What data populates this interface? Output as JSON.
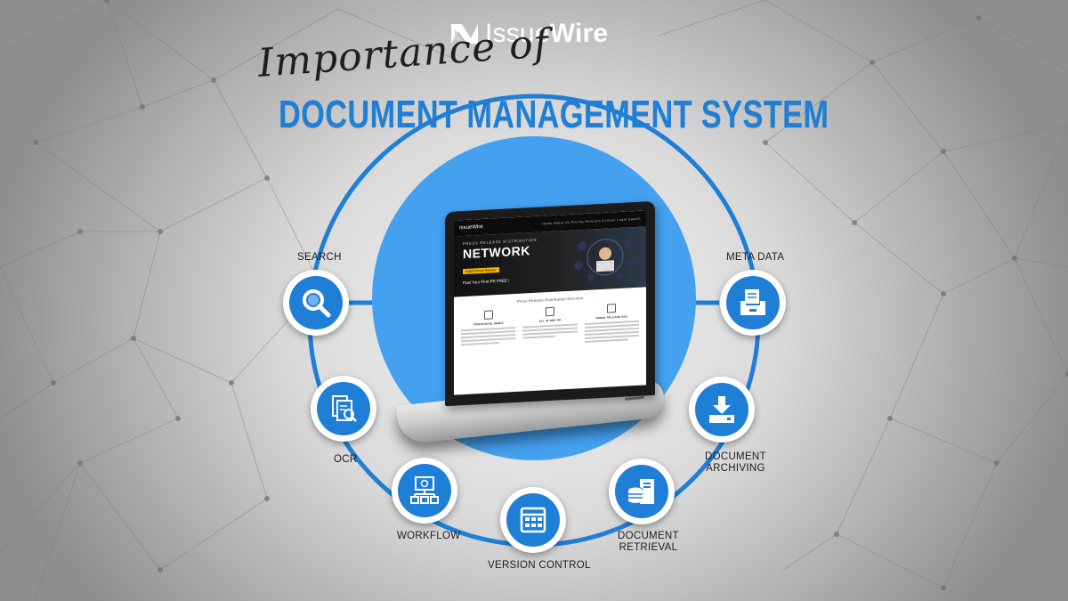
{
  "brand": {
    "logo_text_light": "Issue",
    "logo_text_bold": "Wire"
  },
  "heading": {
    "script": "Importance of",
    "main": "DOCUMENT MANAGEMENT SYSTEM"
  },
  "colors": {
    "accent": "#1f7fd6",
    "circle": "#44a1f0"
  },
  "features": [
    {
      "label": "SEARCH",
      "icon": "magnifier-icon"
    },
    {
      "label": "OCR",
      "icon": "ocr-document-icon"
    },
    {
      "label": "WORKFLOW",
      "icon": "workflow-icon"
    },
    {
      "label": "VERSION CONTROL",
      "icon": "version-grid-icon"
    },
    {
      "label_line1": "DOCUMENT",
      "label_line2": "RETRIEVAL",
      "icon": "server-retrieval-icon"
    },
    {
      "label_line1": "DOCUMENT",
      "label_line2": "ARCHIVING",
      "icon": "archive-download-icon"
    },
    {
      "label": "META DATA",
      "icon": "file-cabinet-icon"
    }
  ],
  "laptop_screen": {
    "logo": "IssueWire",
    "nav": "Home  About Us  Pricing  Services  Contact  Login  Search",
    "hero_kicker": "PRESS RELEASE DISTRIBUTION",
    "hero_title": "NETWORK",
    "hero_button": "Submit Press Release",
    "hero_tagline": "Post Your First PR FREE !",
    "section_title": "Press Release Distribution Services",
    "col1_title": "TRADITIONAL MEDIA",
    "col2_title": "ALL IN ONE PR",
    "col3_title": "PRESS RELEASE SEO"
  }
}
